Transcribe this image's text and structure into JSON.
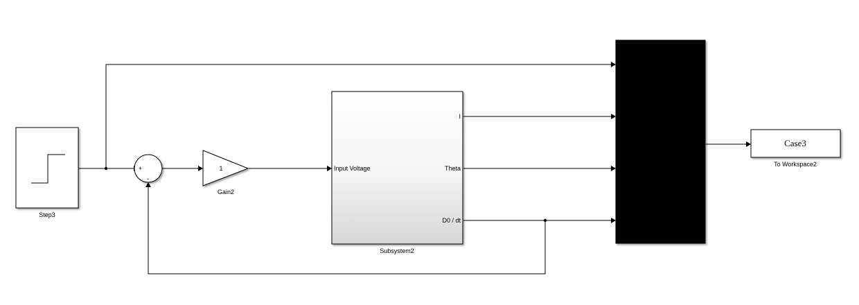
{
  "blocks": {
    "step": {
      "label": "Step3"
    },
    "sum": {
      "plus_sign": "+",
      "minus_sign": "-"
    },
    "gain": {
      "value": "1",
      "label": "Gain2"
    },
    "subsystem": {
      "label": "Subsystem2",
      "input_port": "Input Voltage",
      "output_ports": [
        "I",
        "Theta",
        "D0 / dt"
      ]
    },
    "mux": {
      "fill": "#000000"
    },
    "to_workspace": {
      "value": "Case3",
      "label": "To Workspace2"
    }
  },
  "colors": {
    "line": "#000000",
    "block_border": "#000000",
    "subsystem_gradient_top": "#ffffff",
    "subsystem_gradient_bottom": "#d9d9d9"
  }
}
